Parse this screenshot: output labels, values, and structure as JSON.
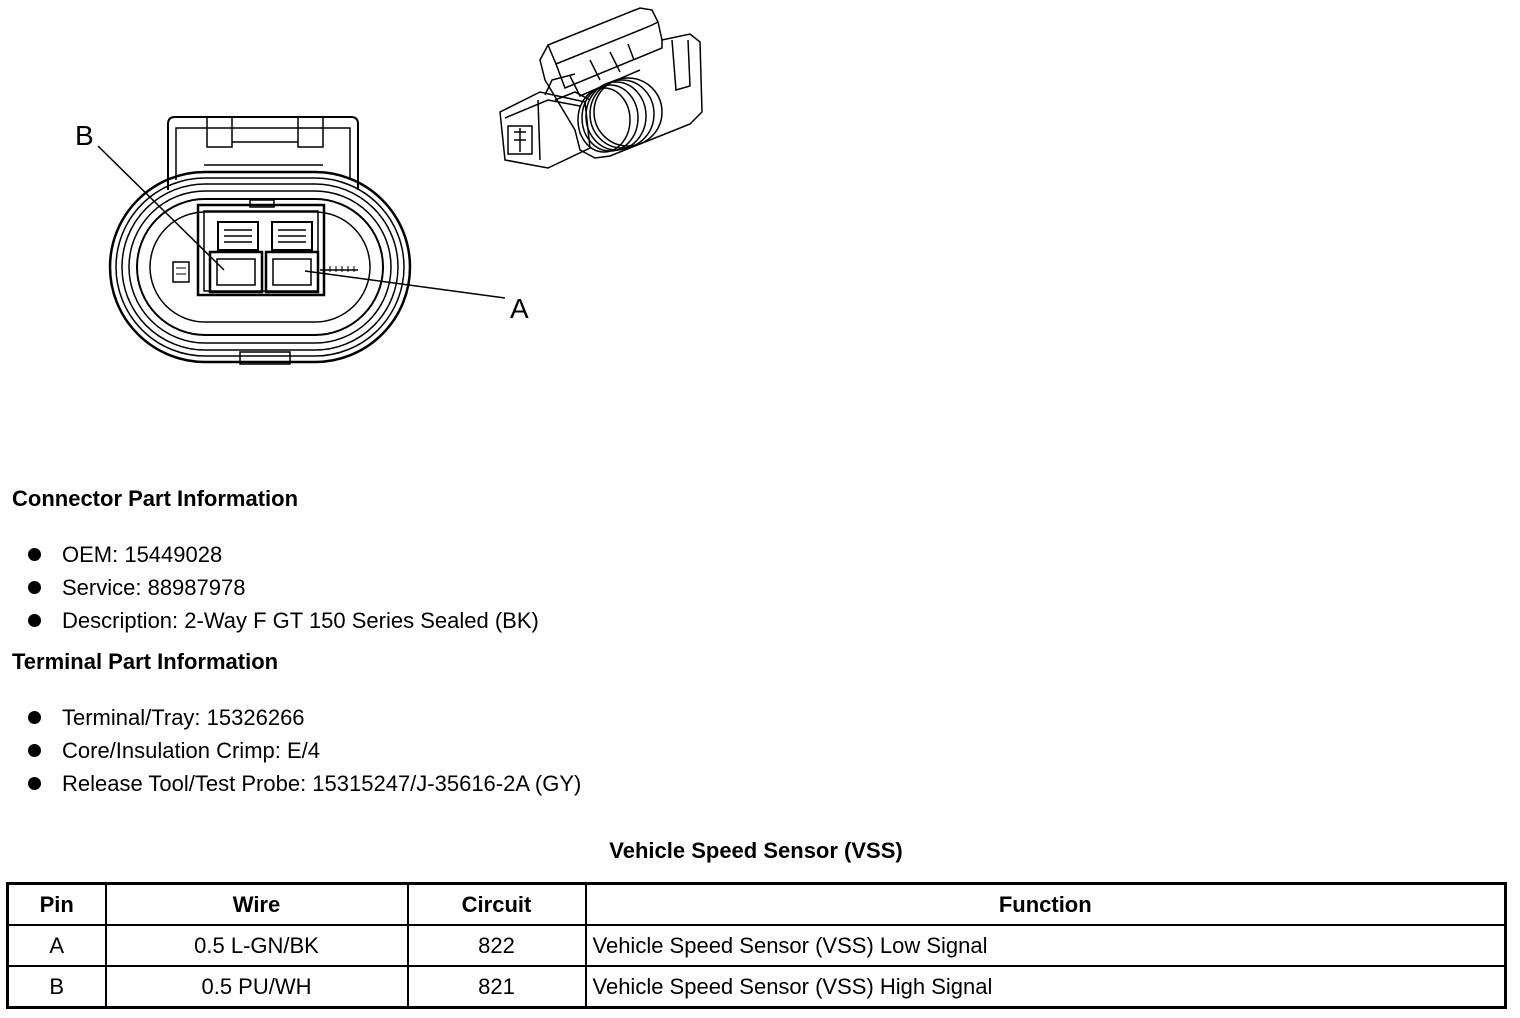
{
  "diagram": {
    "callouts": [
      {
        "label": "B"
      },
      {
        "label": "A"
      }
    ]
  },
  "connector_info": {
    "heading": "Connector Part Information",
    "items": [
      "OEM: 15449028",
      "Service: 88987978",
      "Description: 2-Way F GT 150 Series Sealed (BK)"
    ]
  },
  "terminal_info": {
    "heading": "Terminal Part Information",
    "items": [
      "Terminal/Tray: 15326266",
      "Core/Insulation Crimp: E/4",
      "Release Tool/Test Probe: 15315247/J-35616-2A (GY)"
    ]
  },
  "table": {
    "title": "Vehicle Speed Sensor (VSS)",
    "headers": [
      "Pin",
      "Wire",
      "Circuit",
      "Function"
    ],
    "rows": [
      [
        "A",
        "0.5 L-GN/BK",
        "822",
        "Vehicle Speed Sensor (VSS) Low Signal"
      ],
      [
        "B",
        "0.5 PU/WH",
        "821",
        "Vehicle Speed Sensor (VSS) High Signal"
      ]
    ]
  }
}
